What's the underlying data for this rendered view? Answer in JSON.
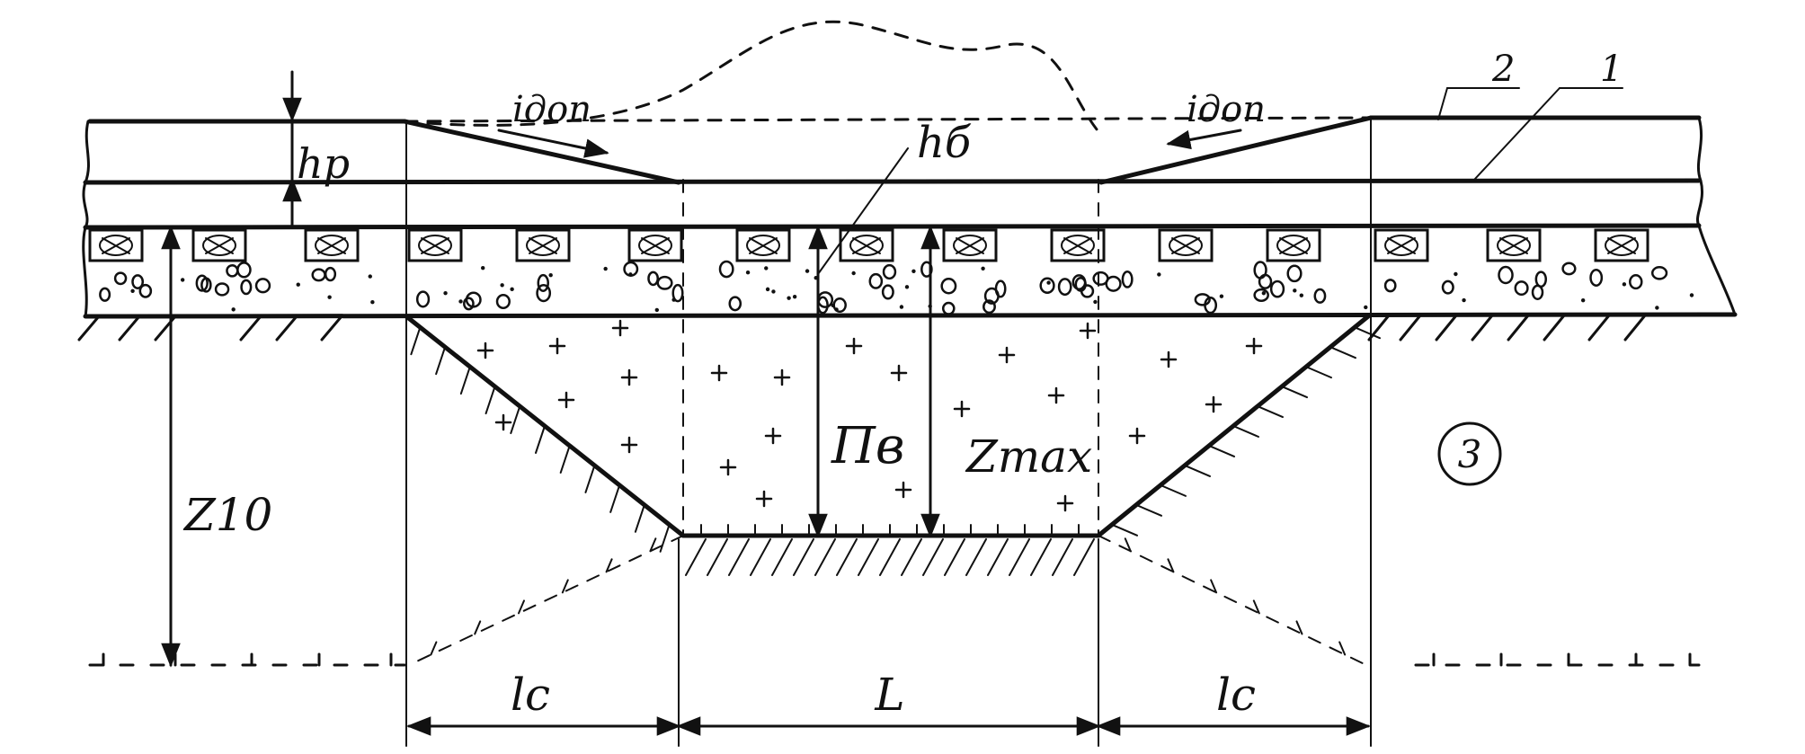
{
  "labels": {
    "h_p": "hp",
    "i_left": "iдоп",
    "i_right": "iдоп",
    "h_b": "hб",
    "callout_2": "2",
    "callout_1": "1",
    "P_v": "Пв",
    "Z_max": "Zmax",
    "Z_10": "Z10",
    "circle_3": "3",
    "l_c_left": "lc",
    "L": "L",
    "l_c_right": "lc"
  },
  "colors": {
    "ink": "#111111",
    "paper": "#ffffff"
  }
}
